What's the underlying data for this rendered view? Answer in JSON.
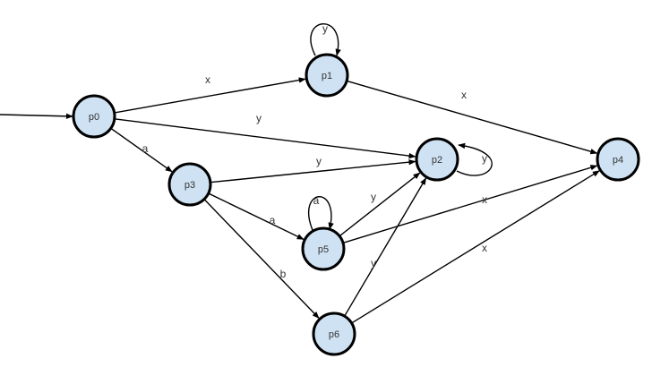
{
  "diagram": {
    "type": "finite-state-automaton",
    "initial_state": "p0",
    "colors": {
      "node_fill": "#cfe2f3",
      "stroke": "#000000",
      "text": "#333333"
    },
    "nodes": [
      {
        "id": "p0",
        "label": "p0"
      },
      {
        "id": "p1",
        "label": "p1"
      },
      {
        "id": "p2",
        "label": "p2"
      },
      {
        "id": "p3",
        "label": "p3"
      },
      {
        "id": "p4",
        "label": "p4"
      },
      {
        "id": "p5",
        "label": "p5"
      },
      {
        "id": "p6",
        "label": "p6"
      }
    ],
    "edges": [
      {
        "from": "p0",
        "to": "p1",
        "label": "x"
      },
      {
        "from": "p0",
        "to": "p2",
        "label": "y"
      },
      {
        "from": "p0",
        "to": "p3",
        "label": "a"
      },
      {
        "from": "p1",
        "to": "p1",
        "label": "y"
      },
      {
        "from": "p1",
        "to": "p4",
        "label": "x"
      },
      {
        "from": "p2",
        "to": "p2",
        "label": "y"
      },
      {
        "from": "p3",
        "to": "p2",
        "label": "y"
      },
      {
        "from": "p3",
        "to": "p5",
        "label": "a"
      },
      {
        "from": "p3",
        "to": "p6",
        "label": "b"
      },
      {
        "from": "p5",
        "to": "p5",
        "label": "a"
      },
      {
        "from": "p5",
        "to": "p2",
        "label": "y"
      },
      {
        "from": "p5",
        "to": "p4",
        "label": "x"
      },
      {
        "from": "p6",
        "to": "p2",
        "label": "y"
      },
      {
        "from": "p6",
        "to": "p4",
        "label": "x"
      }
    ]
  }
}
